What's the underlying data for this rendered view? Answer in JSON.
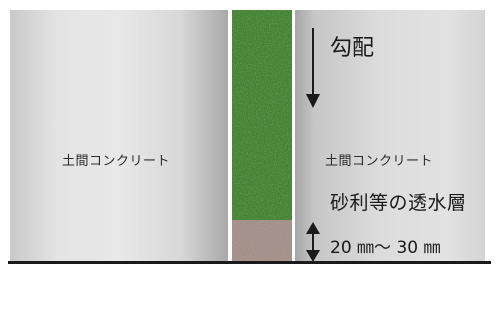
{
  "diagram": {
    "left_slab": {
      "label": "土間コンクリート"
    },
    "right_slab": {
      "label": "土間コンクリート"
    },
    "slope": {
      "label": "勾配"
    },
    "drainage_layer": {
      "label": "砂利等の透水層"
    },
    "layer_depth": {
      "label": "20 ㎜～ 30 ㎜"
    }
  },
  "colors": {
    "turf": "#3f7f2f",
    "gravel": "#9c877f",
    "ground_line": "#1a1a1a",
    "slab": "#d6d6d6"
  }
}
